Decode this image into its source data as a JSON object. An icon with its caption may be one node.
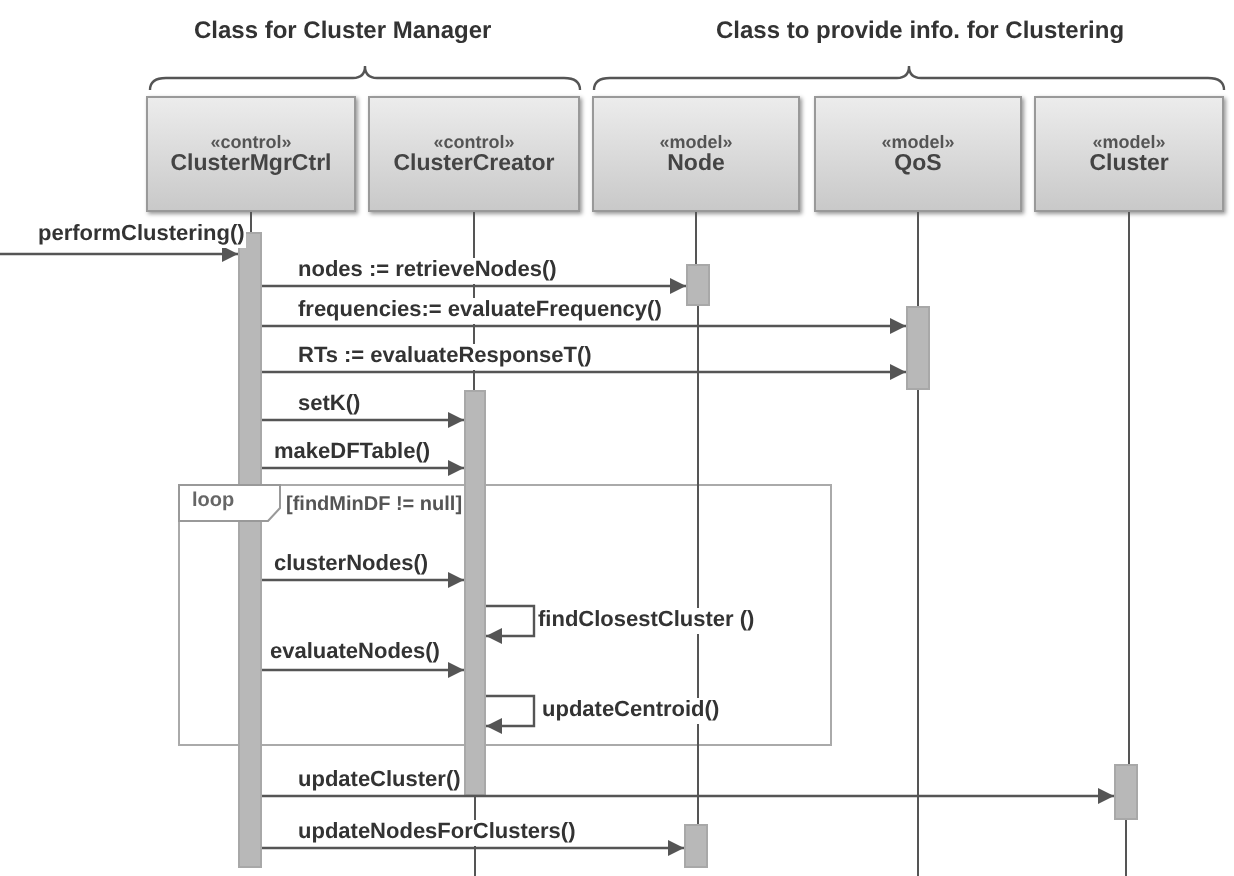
{
  "diagram": {
    "nodes": [
      {
        "text": [
          "«control»",
          "ClusterMgrCtrl"
        ]
      },
      {
        "text": [
          "«control»",
          "ClusterCreator"
        ]
      },
      {
        "text": [
          "«model»",
          "Node"
        ]
      },
      {
        "text": [
          "«model»",
          "QoS"
        ]
      },
      {
        "text": [
          "«model»",
          "Cluster"
        ]
      },
      {
        "text": [],
        "shape": "bar"
      },
      {
        "text": [],
        "shape": "bar"
      },
      {
        "text": [],
        "shape": "bar"
      },
      {
        "text": [],
        "shape": "bar"
      },
      {
        "text": [],
        "shape": "bar"
      },
      {
        "text": [],
        "shape": "bar"
      }
    ],
    "edges": [
      {
        "from": null,
        "to": 5,
        "arrow": "to",
        "label": "performClustering()"
      },
      {
        "from": 5,
        "to": 6,
        "arrow": "to",
        "label": "nodes := retrieveNodes()"
      },
      {
        "from": 5,
        "to": 7,
        "arrow": "to",
        "label": "frequencies:= evaluateFrequency()"
      },
      {
        "from": 5,
        "to": 7,
        "arrow": "to",
        "label": "RTs := evaluateResponseT()"
      },
      {
        "from": 5,
        "to": 8,
        "arrow": "to",
        "label": "setK()"
      },
      {
        "from": 5,
        "to": 8,
        "arrow": "to",
        "label": "makeDFTable()"
      },
      {
        "from": 5,
        "to": 8,
        "arrow": "to",
        "label": "clusterNodes()"
      },
      {
        "from": 8,
        "to": 8,
        "arrow": "to",
        "label": "findClosestCluster ()"
      },
      {
        "from": 5,
        "to": 8,
        "arrow": "to",
        "label": "evaluateNodes()"
      },
      {
        "from": 8,
        "to": 8,
        "arrow": "to",
        "label": "updateCentroid()"
      },
      {
        "from": 5,
        "to": 9,
        "arrow": "to",
        "label": "updateCluster()"
      },
      {
        "from": 5,
        "to": 10,
        "arrow": "to",
        "label": "updateNodesForClusters()"
      },
      {
        "from": 0,
        "to": 5,
        "arrow": "none"
      },
      {
        "from": 1,
        "to": 8,
        "arrow": "none"
      },
      {
        "from": 2,
        "to": 6,
        "arrow": "none"
      },
      {
        "from": 6,
        "to": 10,
        "arrow": "none"
      },
      {
        "from": 3,
        "to": 7,
        "arrow": "none"
      },
      {
        "from": 4,
        "to": 9,
        "arrow": "none"
      },
      {
        "from": 7,
        "to": null,
        "arrow": "none"
      },
      {
        "from": 8,
        "to": null,
        "arrow": "none"
      },
      {
        "from": 9,
        "to": null,
        "arrow": "none"
      }
    ],
    "labels": [
      "Class for Cluster Manager",
      "Class to provide info. for Clustering",
      "loop",
      "[findMinDF != null]"
    ]
  }
}
